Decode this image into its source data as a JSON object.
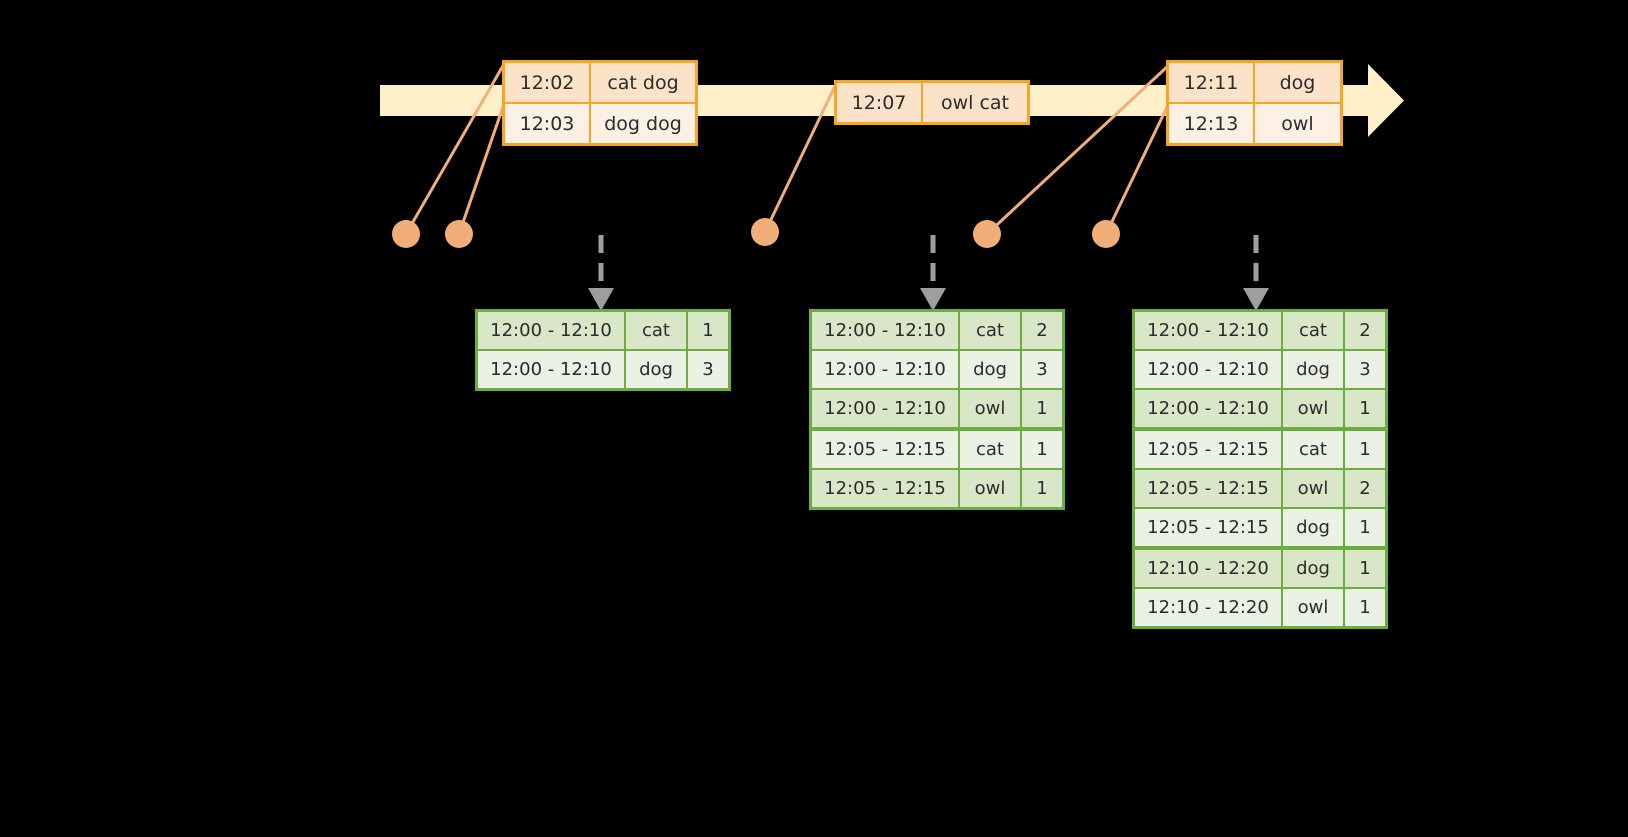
{
  "diagram": {
    "timeline": {
      "label": "event-stream-timeline",
      "bar_color": "#FDEFC8",
      "border_color": "#F5A623",
      "arrow_direction": "right"
    },
    "events": [
      {
        "id": "event-group-1",
        "rows": [
          {
            "time": "12:02",
            "words": "cat dog"
          },
          {
            "time": "12:03",
            "words": "dog dog"
          }
        ]
      },
      {
        "id": "event-group-2",
        "rows": [
          {
            "time": "12:07",
            "words": "owl cat"
          }
        ]
      },
      {
        "id": "event-group-3",
        "rows": [
          {
            "time": "12:11",
            "words": "dog"
          },
          {
            "time": "12:13",
            "words": "owl"
          }
        ]
      }
    ],
    "markers": [
      {
        "id": "marker-1",
        "color": "#F2AE78"
      },
      {
        "id": "marker-2",
        "color": "#F2AE78"
      },
      {
        "id": "marker-3",
        "color": "#F2AE78"
      },
      {
        "id": "marker-4",
        "color": "#F2AE78"
      },
      {
        "id": "marker-5",
        "color": "#F2AE78"
      }
    ],
    "results": [
      {
        "id": "result-table-1",
        "accent": "#6AAF3D",
        "rows": [
          {
            "window": "12:00 - 12:10",
            "key": "cat",
            "count": "1"
          },
          {
            "window": "12:00 - 12:10",
            "key": "dog",
            "count": "3"
          }
        ]
      },
      {
        "id": "result-table-2",
        "accent": "#6AAF3D",
        "rows": [
          {
            "window": "12:00 - 12:10",
            "key": "cat",
            "count": "2"
          },
          {
            "window": "12:00 - 12:10",
            "key": "dog",
            "count": "3"
          },
          {
            "window": "12:00 - 12:10",
            "key": "owl",
            "count": "1"
          },
          {
            "window": "12:05 - 12:15",
            "key": "cat",
            "count": "1"
          },
          {
            "window": "12:05 - 12:15",
            "key": "owl",
            "count": "1"
          }
        ]
      },
      {
        "id": "result-table-3",
        "accent": "#6AAF3D",
        "rows": [
          {
            "window": "12:00 - 12:10",
            "key": "cat",
            "count": "2"
          },
          {
            "window": "12:00 - 12:10",
            "key": "dog",
            "count": "3"
          },
          {
            "window": "12:00 - 12:10",
            "key": "owl",
            "count": "1"
          },
          {
            "window": "12:05 - 12:15",
            "key": "cat",
            "count": "1"
          },
          {
            "window": "12:05 - 12:15",
            "key": "owl",
            "count": "2"
          },
          {
            "window": "12:05 - 12:15",
            "key": "dog",
            "count": "1"
          },
          {
            "window": "12:10 - 12:20",
            "key": "dog",
            "count": "1"
          },
          {
            "window": "12:10 - 12:20",
            "key": "owl",
            "count": "1"
          }
        ]
      }
    ]
  }
}
